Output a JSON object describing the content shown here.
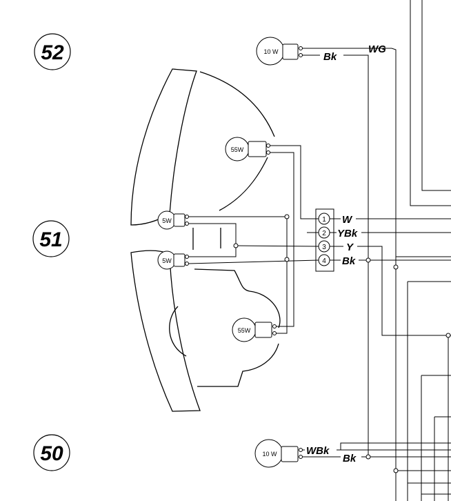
{
  "refs": [
    "52",
    "51",
    "50"
  ],
  "bulbs": {
    "top_tail": "10 W",
    "head_high": "55W",
    "pos_upper": "5W",
    "pos_lower": "5W",
    "head_low": "55W",
    "bottom_tail": "10 W"
  },
  "wires": {
    "top_wg": "WG",
    "top_bk": "Bk",
    "conn_1": "W",
    "conn_2": "YBk",
    "conn_3": "Y",
    "conn_4": "Bk",
    "bottom_wbk": "WBk",
    "bottom_bk": "Bk"
  },
  "connector_pins": [
    "1",
    "2",
    "3",
    "4"
  ]
}
